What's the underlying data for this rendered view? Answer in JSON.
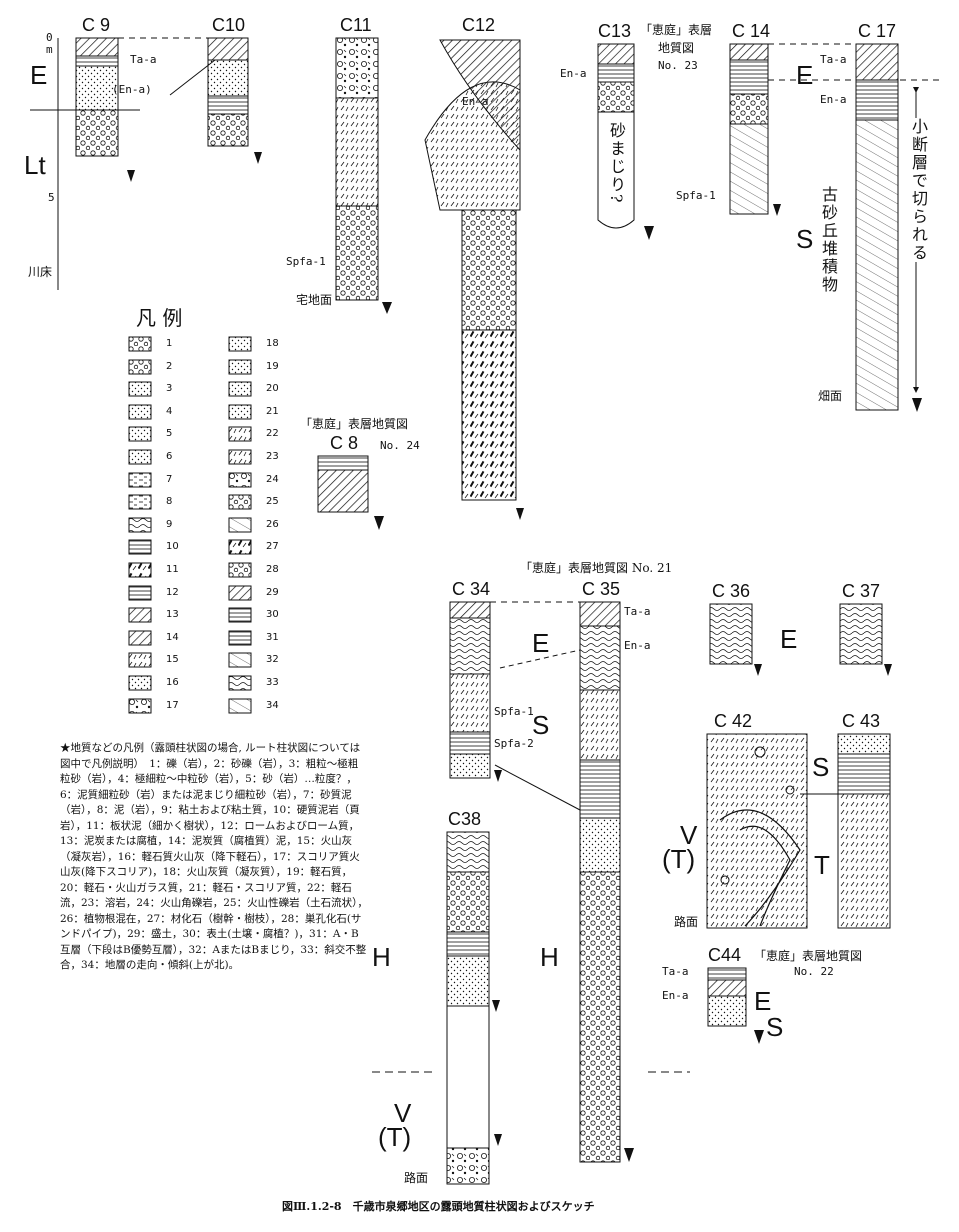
{
  "columns": [
    {
      "id": "C9",
      "label": "C 9"
    },
    {
      "id": "C10",
      "label": "C10"
    },
    {
      "id": "C11",
      "label": "C11"
    },
    {
      "id": "C12",
      "label": "C12"
    },
    {
      "id": "C13",
      "label": "C13"
    },
    {
      "id": "C14",
      "label": "C 14"
    },
    {
      "id": "C17",
      "label": "C 17"
    },
    {
      "id": "C8",
      "label": "C 8"
    },
    {
      "id": "C34",
      "label": "C 34"
    },
    {
      "id": "C35",
      "label": "C 35"
    },
    {
      "id": "C36",
      "label": "C 36"
    },
    {
      "id": "C37",
      "label": "C 37"
    },
    {
      "id": "C38",
      "label": "C38"
    },
    {
      "id": "C42",
      "label": "C 42"
    },
    {
      "id": "C43",
      "label": "C 43"
    },
    {
      "id": "C44",
      "label": "C44"
    }
  ],
  "scale": {
    "zero": "0",
    "zero_unit": "m",
    "five": "5",
    "river_bed": "川床"
  },
  "units": {
    "E": "E",
    "Lt": "Lt",
    "S": "S",
    "H": "H",
    "T": "T",
    "V": "V",
    "T_paren": "(T)"
  },
  "layer_labels": {
    "ta_a": "Ta-a",
    "en_a": "En-a",
    "en_a_paren": "(En-a)",
    "spfa1": "Spfa-1",
    "spfa2": "Spfa-2"
  },
  "annotations": {
    "eniwa_23_a": "「恵庭」表層",
    "eniwa_23_b": "地質図",
    "eniwa_23_no": "No. 23",
    "eniwa_24": "「恵庭」表層地質図",
    "eniwa_24_no": "No. 24",
    "eniwa_21": "「恵庭」表層地質図  No. 21",
    "eniwa_22": "「恵庭」表層地質図",
    "eniwa_22_no": "No. 22",
    "sand_mixed": "砂まじり?",
    "fault_cut": "小断層で切られる",
    "old_dune": "古砂丘堆積物",
    "residential": "宅地面",
    "field": "畑面",
    "road": "路面"
  },
  "legend": {
    "title": "凡   例",
    "items": [
      "1",
      "2",
      "3",
      "4",
      "5",
      "6",
      "7",
      "8",
      "9",
      "10",
      "11",
      "12",
      "13",
      "14",
      "15",
      "16",
      "17",
      "18",
      "19",
      "20",
      "21",
      "22",
      "23",
      "24",
      "25",
      "26",
      "27",
      "28",
      "29",
      "30",
      "31",
      "32",
      "33",
      "34"
    ]
  },
  "legend_note": "★地質などの凡例（露頭柱状図の場合, ルート柱状図については図中で凡例説明）　1：礫（岩），2：砂礫（岩），3：粗粒～極粗粒砂（岩），4：極細粒～中粒砂（岩），5：砂（岩）…粒度？，6：泥質細粒砂（岩）または泥まじり細粒砂（岩），7：砂質泥（岩），8：泥（岩），9：粘土および粘土質，10：硬質泥岩（頁岩），11：板状泥（細かく樹状），12：ロームおよびローム質，13：泥炭または腐植，14：泥炭質（腐植質）泥，15：火山灰（凝灰岩），16：軽石質火山灰（降下軽石），17：スコリア質火山灰(降下スコリア)，18：火山灰質（凝灰質），19：軽石質，20：軽石・火山ガラス質，21：軽石・スコリア質，22：軽石流，23：溶岩，24：火山角礫岩，25：火山性礫岩（土石流状），26：植物根混在，27：材化石（樹幹・樹枝），28：巣孔化石(サンドパイプ)，29：盛土，30：表土(土壌・腐植？)，31：A・B互層（下段はB優勢互層），32：AまたはBまじり，33：斜交不整合，34：地層の走向・傾斜(上が北)。",
  "caption": "図Ⅲ.1.2-8　千歳市泉郷地区の露頭地質柱状図およびスケッチ"
}
